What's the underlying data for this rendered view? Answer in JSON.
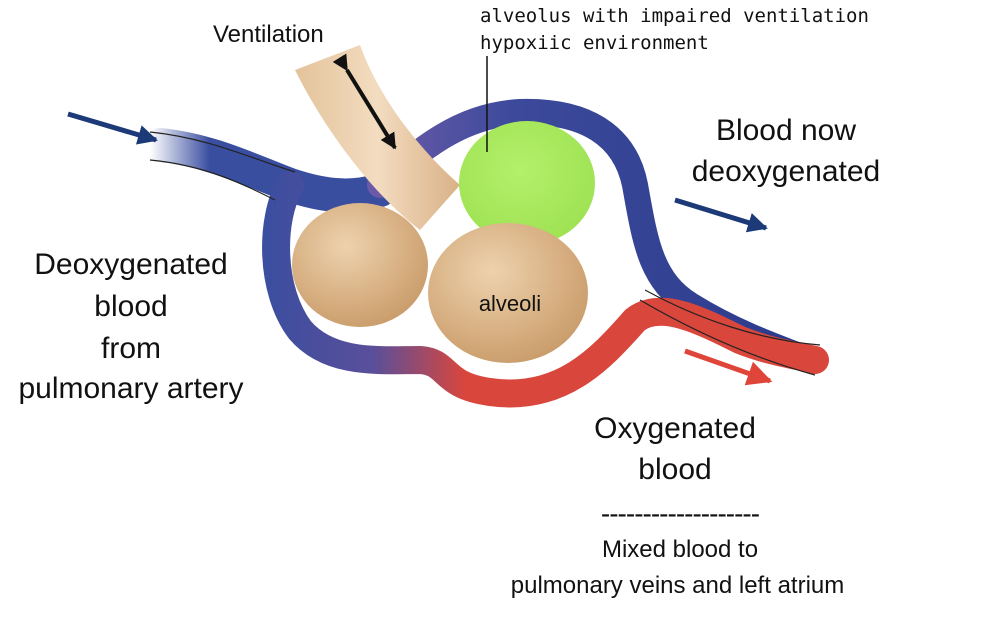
{
  "labels": {
    "ventilation": "Ventilation",
    "impaired_line1": "alveolus with impaired ventilation",
    "impaired_line2": "hypoxiic environment",
    "blood_now_line1": "Blood now",
    "blood_now_line2": "deoxygenated",
    "deox_line1": "Deoxygenated",
    "deox_line2": "blood",
    "deox_line3": "from",
    "deox_line4": "pulmonary artery",
    "alveoli": "alveoli",
    "oxy_line1": "Oxygenated",
    "oxy_line2": "blood",
    "divider": "-------------------",
    "mixed_line1": "Mixed blood to",
    "mixed_line2": "pulmonary veins and left atrium"
  },
  "colors": {
    "deoxygenated_vessel": "#3a4ea0",
    "oxygenated_vessel": "#d9463c",
    "impaired_alveolus": "#a8ec5a",
    "alveolus": "#e2bf93",
    "airway": "#ecd0ac",
    "arrow_blue": "#1d3a78",
    "arrow_red": "#e0453a"
  }
}
